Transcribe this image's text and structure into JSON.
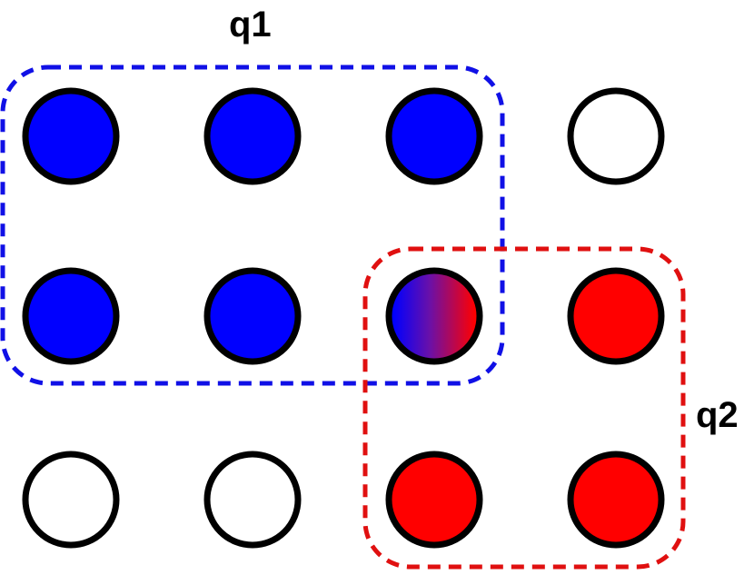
{
  "groups": [
    {
      "id": "q1",
      "label": "q1",
      "color": "#1010e6"
    },
    {
      "id": "q2",
      "label": "q2",
      "color": "#e01010"
    }
  ],
  "colors": {
    "blue": "#0000ff",
    "red": "#ff0000",
    "empty": "#ffffff",
    "outline": "#000000"
  },
  "grid": {
    "rows": 3,
    "cols": 4,
    "nodes": [
      [
        "blue",
        "blue",
        "blue",
        "empty"
      ],
      [
        "blue",
        "blue",
        "blue-red",
        "red"
      ],
      [
        "empty",
        "empty",
        "red",
        "red"
      ]
    ]
  }
}
